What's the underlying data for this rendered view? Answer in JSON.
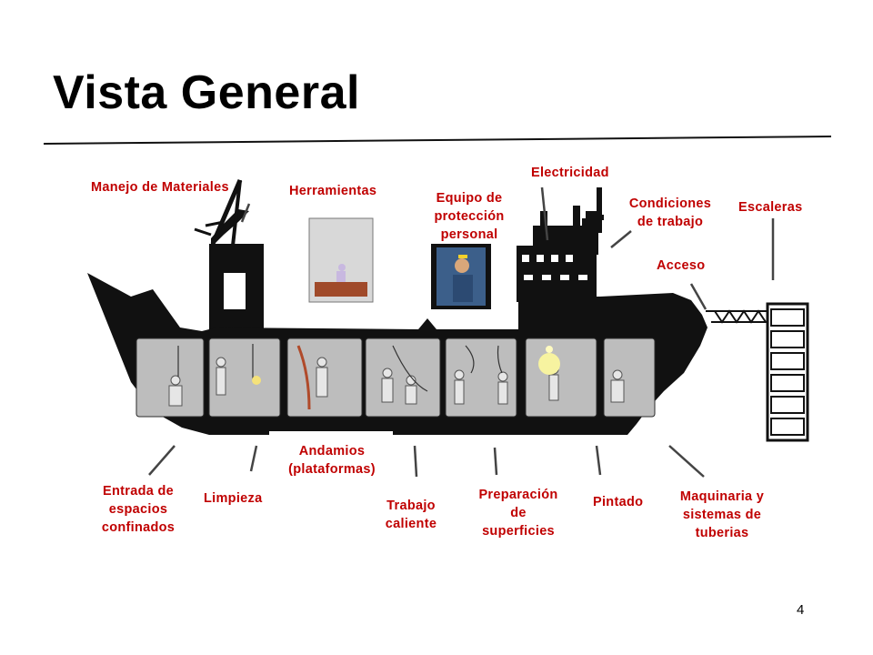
{
  "title": "Vista General",
  "page_number": "4",
  "labels": {
    "manejo": "Manejo de Materiales",
    "herramientas": "Herramientas",
    "equipo": "Equipo de\nprotección\npersonal",
    "electricidad": "Electricidad",
    "condiciones": "Condiciones\nde trabajo",
    "escaleras": "Escaleras",
    "acceso": "Acceso",
    "entrada": "Entrada de\nespacios\nconfinados",
    "limpieza": "Limpieza",
    "andamios": "Andamios\n(plataformas)",
    "trabajo": "Trabajo\ncaliente",
    "preparacion": "Preparación\nde\nsuperficies",
    "pintado": "Pintado",
    "maquinaria": "Maquinaria y\nsistemas de\ntuberias"
  },
  "colors": {
    "label": "#c00000",
    "ship": "#111111",
    "compartment": "#bdbdbd"
  }
}
